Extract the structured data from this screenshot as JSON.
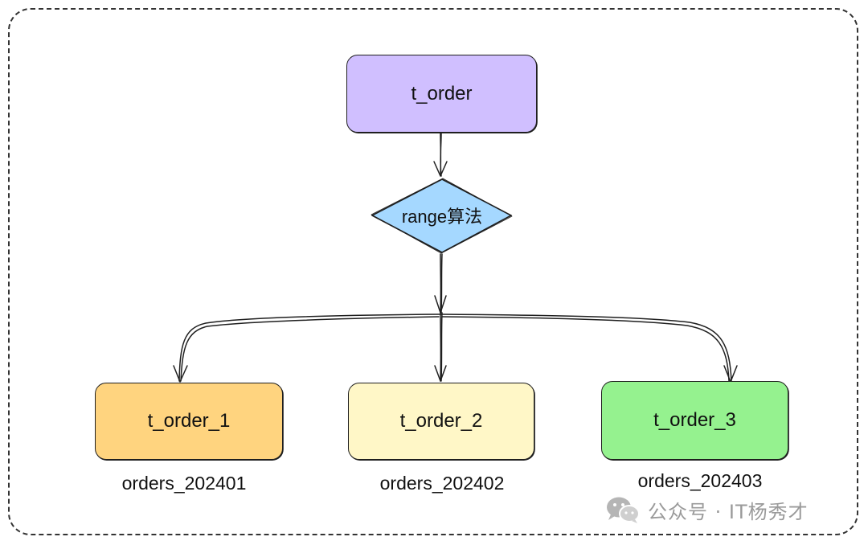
{
  "diagram": {
    "source_table": {
      "label": "t_order",
      "color": "#d0bfff"
    },
    "algorithm": {
      "label": "range算法",
      "color": "#a5d8ff"
    },
    "shards": [
      {
        "label": "t_order_1",
        "caption": "orders_202401",
        "color": "#ffd47f"
      },
      {
        "label": "t_order_2",
        "caption": "orders_202402",
        "color": "#fff7c7"
      },
      {
        "label": "t_order_3",
        "caption": "orders_202403",
        "color": "#95f28f"
      }
    ]
  },
  "watermark": {
    "text": "公众号 · IT杨秀才",
    "icon": "wechat-icon"
  }
}
